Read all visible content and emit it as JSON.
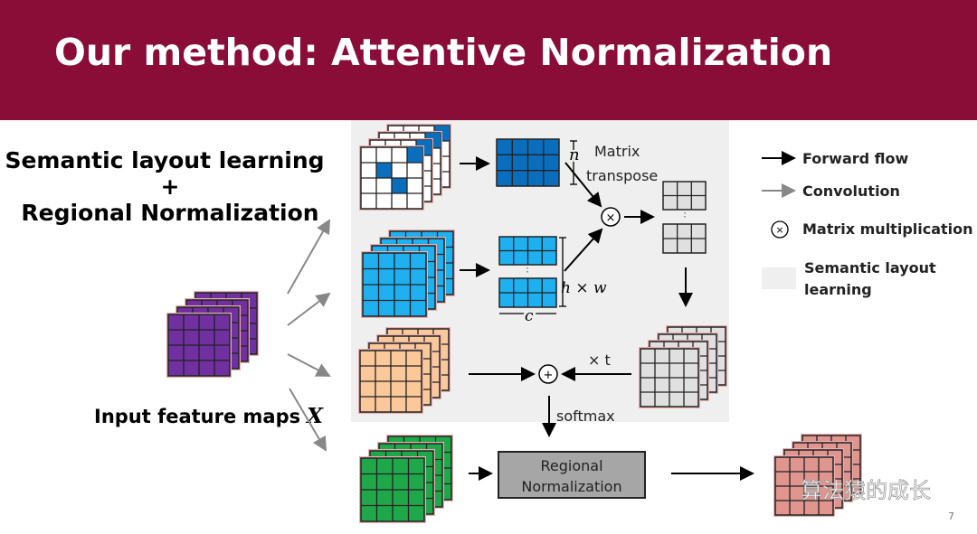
{
  "slide": {
    "title": "Our method: Attentive Normalization",
    "subtitle_line1": "Semantic layout learning",
    "subtitle_plus": "+",
    "subtitle_line2": "Regional Normalization",
    "input_label": "Input feature maps",
    "input_symbol": "X",
    "page_number": "7",
    "watermark": "算法猿的成长"
  },
  "diagram": {
    "matrix_transpose_line1": "Matrix",
    "matrix_transpose_line2": "transpose",
    "dim_n": "n",
    "dim_hw": "h × w",
    "dim_c": "c",
    "multiply_symbol": "×",
    "add_symbol": "+",
    "scale_label": "× t",
    "softmax_label": "softmax",
    "regional_norm_line1": "Regional",
    "regional_norm_line2": "Normalization"
  },
  "legend": {
    "forward_flow": "Forward flow",
    "convolution": "Convolution",
    "matrix_multiplication": "Matrix multiplication",
    "semantic_line1": "Semantic layout",
    "semantic_line2": "learning"
  },
  "colors": {
    "header": "#8a0d37",
    "purple": "#7030a0",
    "dark_blue": "#0a6ebd",
    "light_blue": "#1fb0f0",
    "peach": "#fbc89a",
    "green": "#1fa84a",
    "gray": "#e0e0e0",
    "pink": "#e0968e"
  }
}
